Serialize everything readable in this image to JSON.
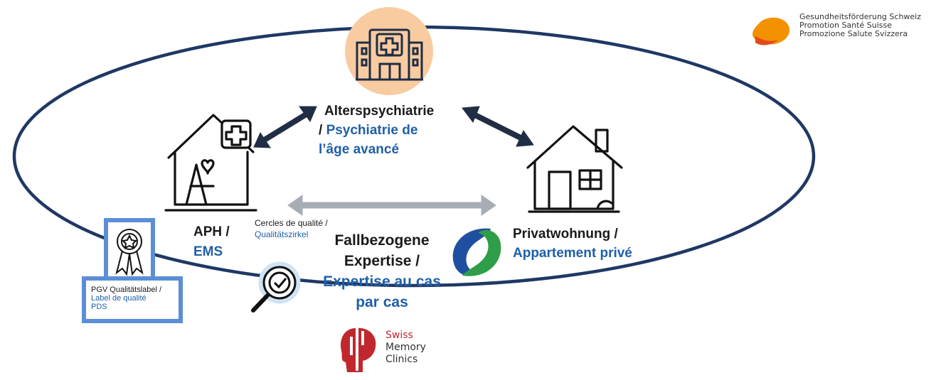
{
  "logo": {
    "line1": "Gesundheitsförderung Schweiz",
    "line2": "Promotion Santé Suisse",
    "line3": "Promozione Salute Svizzera"
  },
  "center": {
    "title_de": "Alterspsychiatrie",
    "slash": "/",
    "title_fr": "Psychiatrie de l’âge avancé"
  },
  "left": {
    "title_de": "APH /",
    "title_fr": "EMS"
  },
  "right": {
    "title_de": "Privatwohnung /",
    "title_fr": "Appartement privé"
  },
  "circles": {
    "label_de": "Cercles de qualité /",
    "label_fr": "Qualitätszirkel"
  },
  "expertise": {
    "line1": "Fallbezogene",
    "line2": "Expertise /",
    "line3": "Expertise au cas",
    "line4": "par cas"
  },
  "label_box": {
    "line1": "PGV Qualitätslabel /",
    "line2": "Label de qualité",
    "line3": "PDS"
  },
  "smc": {
    "line1": "Swiss",
    "line2": "Memory",
    "line3": "Clinics"
  },
  "colors": {
    "ellipse": "#1f3864",
    "arrow_dark": "#1f2d45",
    "arrow_grey": "#a6adb4",
    "blue_text": "#1f5fa8",
    "hospital_circle": "#f8cba0",
    "label_box": "#5b8ed6",
    "smc_red": "#c0282d"
  }
}
